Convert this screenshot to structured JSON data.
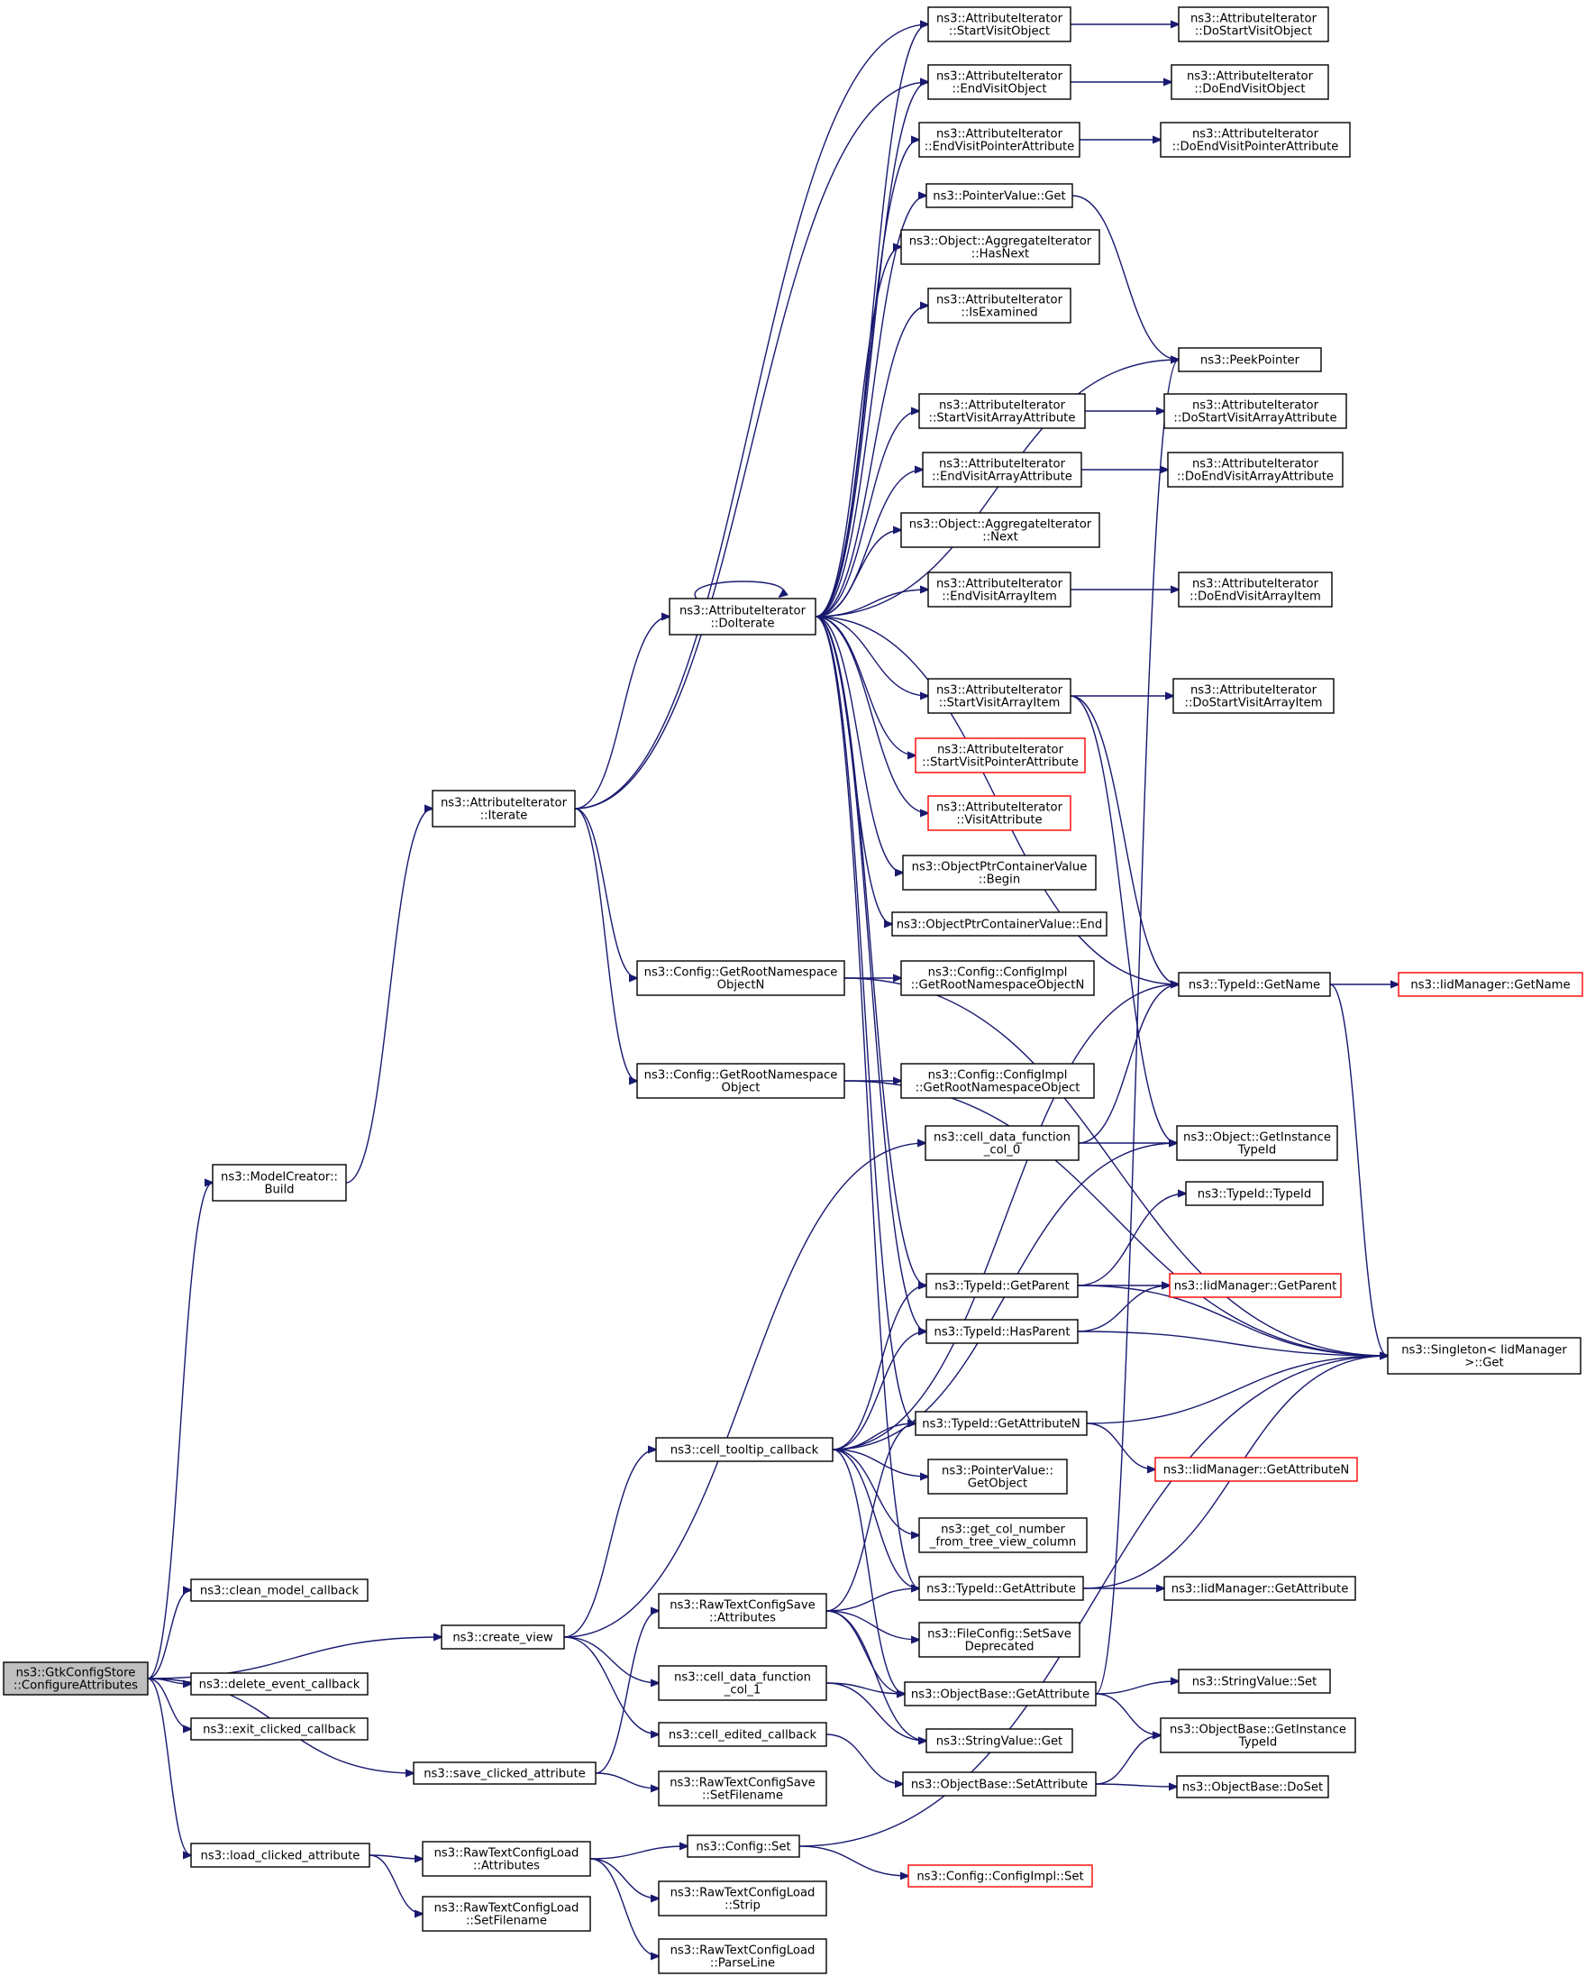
{
  "colors": {
    "edge": "#191970",
    "box": "#000000",
    "box_red": "#ff0000",
    "root_fill": "#bfbfbf"
  },
  "nodes": [
    {
      "id": "root",
      "lines": [
        "ns3::GtkConfigStore",
        "::ConfigureAttributes"
      ],
      "style": "root"
    },
    {
      "id": "mcb",
      "lines": [
        "ns3::ModelCreator::",
        "Build"
      ]
    },
    {
      "id": "clean",
      "lines": [
        "ns3::clean_model_callback"
      ]
    },
    {
      "id": "createview",
      "lines": [
        "ns3::create_view"
      ]
    },
    {
      "id": "delete",
      "lines": [
        "ns3::delete_event_callback"
      ]
    },
    {
      "id": "exit",
      "lines": [
        "ns3::exit_clicked_callback"
      ]
    },
    {
      "id": "saveclick",
      "lines": [
        "ns3::save_clicked_attribute"
      ]
    },
    {
      "id": "loadclick",
      "lines": [
        "ns3::load_clicked_attribute"
      ]
    },
    {
      "id": "iterate",
      "lines": [
        "ns3::AttributeIterator",
        "::Iterate"
      ]
    },
    {
      "id": "doiterate",
      "lines": [
        "ns3::AttributeIterator",
        "::DoIterate"
      ]
    },
    {
      "id": "getrootN",
      "lines": [
        "ns3::Config::GetRootNamespace",
        "ObjectN"
      ]
    },
    {
      "id": "getroot",
      "lines": [
        "ns3::Config::GetRootNamespace",
        "Object"
      ]
    },
    {
      "id": "tooltip",
      "lines": [
        "ns3::cell_tooltip_callback"
      ]
    },
    {
      "id": "rtcsAttr",
      "lines": [
        "ns3::RawTextConfigSave",
        "::Attributes"
      ]
    },
    {
      "id": "cdf1",
      "lines": [
        "ns3::cell_data_function",
        "_col_1"
      ]
    },
    {
      "id": "celledited",
      "lines": [
        "ns3::cell_edited_callback"
      ]
    },
    {
      "id": "rtclAttr",
      "lines": [
        "ns3::RawTextConfigLoad",
        "::Attributes"
      ]
    },
    {
      "id": "rtclSetFn",
      "lines": [
        "ns3::RawTextConfigLoad",
        "::SetFilename"
      ]
    },
    {
      "id": "rtcsSetFn",
      "lines": [
        "ns3::RawTextConfigSave",
        "::SetFilename"
      ]
    },
    {
      "id": "configSet",
      "lines": [
        "ns3::Config::Set"
      ]
    },
    {
      "id": "rtclStrip",
      "lines": [
        "ns3::RawTextConfigLoad",
        "::Strip"
      ]
    },
    {
      "id": "rtclParse",
      "lines": [
        "ns3::RawTextConfigLoad",
        "::ParseLine"
      ]
    },
    {
      "id": "startVisitObj",
      "lines": [
        "ns3::AttributeIterator",
        "::StartVisitObject"
      ]
    },
    {
      "id": "endVisitObj",
      "lines": [
        "ns3::AttributeIterator",
        "::EndVisitObject"
      ]
    },
    {
      "id": "endVisitPtr",
      "lines": [
        "ns3::AttributeIterator",
        "::EndVisitPointerAttribute"
      ]
    },
    {
      "id": "ptrValGet",
      "lines": [
        "ns3::PointerValue::Get"
      ]
    },
    {
      "id": "aggHasNext",
      "lines": [
        "ns3::Object::AggregateIterator",
        "::HasNext"
      ]
    },
    {
      "id": "isExamined",
      "lines": [
        "ns3::AttributeIterator",
        "::IsExamined"
      ]
    },
    {
      "id": "startVisitArr",
      "lines": [
        "ns3::AttributeIterator",
        "::StartVisitArrayAttribute"
      ]
    },
    {
      "id": "endVisitArr",
      "lines": [
        "ns3::AttributeIterator",
        "::EndVisitArrayAttribute"
      ]
    },
    {
      "id": "aggNext",
      "lines": [
        "ns3::Object::AggregateIterator",
        "::Next"
      ]
    },
    {
      "id": "endVisitArrItem",
      "lines": [
        "ns3::AttributeIterator",
        "::EndVisitArrayItem"
      ]
    },
    {
      "id": "startVisitArrItem",
      "lines": [
        "ns3::AttributeIterator",
        "::StartVisitArrayItem"
      ]
    },
    {
      "id": "startVisitPtr",
      "lines": [
        "ns3::AttributeIterator",
        "::StartVisitPointerAttribute"
      ],
      "style": "red"
    },
    {
      "id": "visitAttr",
      "lines": [
        "ns3::AttributeIterator",
        "::VisitAttribute"
      ],
      "style": "red"
    },
    {
      "id": "optrBegin",
      "lines": [
        "ns3::ObjectPtrContainerValue",
        "::Begin"
      ]
    },
    {
      "id": "optrEnd",
      "lines": [
        "ns3::ObjectPtrContainerValue::End"
      ]
    },
    {
      "id": "cfgImplRootN",
      "lines": [
        "ns3::Config::ConfigImpl",
        "::GetRootNamespaceObjectN"
      ]
    },
    {
      "id": "cfgImplRoot",
      "lines": [
        "ns3::Config::ConfigImpl",
        "::GetRootNamespaceObject"
      ]
    },
    {
      "id": "cdf0",
      "lines": [
        "ns3::cell_data_function",
        "_col_0"
      ]
    },
    {
      "id": "tidGetParent",
      "lines": [
        "ns3::TypeId::GetParent"
      ]
    },
    {
      "id": "tidHasParent",
      "lines": [
        "ns3::TypeId::HasParent"
      ]
    },
    {
      "id": "tidGetAttrN",
      "lines": [
        "ns3::TypeId::GetAttributeN"
      ]
    },
    {
      "id": "ptrValGetObj",
      "lines": [
        "ns3::PointerValue::",
        "GetObject"
      ]
    },
    {
      "id": "getColNum",
      "lines": [
        "ns3::get_col_number",
        "_from_tree_view_column"
      ]
    },
    {
      "id": "tidGetAttr",
      "lines": [
        "ns3::TypeId::GetAttribute"
      ]
    },
    {
      "id": "fcSetSaveDep",
      "lines": [
        "ns3::FileConfig::SetSave",
        "Deprecated"
      ]
    },
    {
      "id": "obGetAttr",
      "lines": [
        "ns3::ObjectBase::GetAttribute"
      ]
    },
    {
      "id": "strValGet",
      "lines": [
        "ns3::StringValue::Get"
      ]
    },
    {
      "id": "obSetAttr",
      "lines": [
        "ns3::ObjectBase::SetAttribute"
      ]
    },
    {
      "id": "cfgImplSet",
      "lines": [
        "ns3::Config::ConfigImpl::Set"
      ],
      "style": "red"
    },
    {
      "id": "doStartVisitObj",
      "lines": [
        "ns3::AttributeIterator",
        "::DoStartVisitObject"
      ]
    },
    {
      "id": "doEndVisitObj",
      "lines": [
        "ns3::AttributeIterator",
        "::DoEndVisitObject"
      ]
    },
    {
      "id": "doEndVisitPtr",
      "lines": [
        "ns3::AttributeIterator",
        "::DoEndVisitPointerAttribute"
      ]
    },
    {
      "id": "peekPointer",
      "lines": [
        "ns3::PeekPointer"
      ]
    },
    {
      "id": "doStartVisitArr",
      "lines": [
        "ns3::AttributeIterator",
        "::DoStartVisitArrayAttribute"
      ]
    },
    {
      "id": "doEndVisitArr",
      "lines": [
        "ns3::AttributeIterator",
        "::DoEndVisitArrayAttribute"
      ]
    },
    {
      "id": "doEndVisitArrItem",
      "lines": [
        "ns3::AttributeIterator",
        "::DoEndVisitArrayItem"
      ]
    },
    {
      "id": "doStartVisitArrItem",
      "lines": [
        "ns3::AttributeIterator",
        "::DoStartVisitArrayItem"
      ]
    },
    {
      "id": "tidGetName",
      "lines": [
        "ns3::TypeId::GetName"
      ]
    },
    {
      "id": "objGetInstTid",
      "lines": [
        "ns3::Object::GetInstance",
        "TypeId"
      ]
    },
    {
      "id": "tidTypeId",
      "lines": [
        "ns3::TypeId::TypeId"
      ]
    },
    {
      "id": "iidGetParent",
      "lines": [
        "ns3::IidManager::GetParent"
      ],
      "style": "red"
    },
    {
      "id": "iidGetAttrN",
      "lines": [
        "ns3::IidManager::GetAttributeN"
      ],
      "style": "red"
    },
    {
      "id": "iidGetAttr",
      "lines": [
        "ns3::IidManager::GetAttribute"
      ]
    },
    {
      "id": "strValSet",
      "lines": [
        "ns3::StringValue::Set"
      ]
    },
    {
      "id": "obGetInstTid",
      "lines": [
        "ns3::ObjectBase::GetInstance",
        "TypeId"
      ]
    },
    {
      "id": "obDoSet",
      "lines": [
        "ns3::ObjectBase::DoSet"
      ]
    },
    {
      "id": "iidGetName",
      "lines": [
        "ns3::IidManager::GetName"
      ],
      "style": "red"
    },
    {
      "id": "singletonGet",
      "lines": [
        "ns3::Singleton< IidManager",
        ">::Get"
      ]
    }
  ]
}
